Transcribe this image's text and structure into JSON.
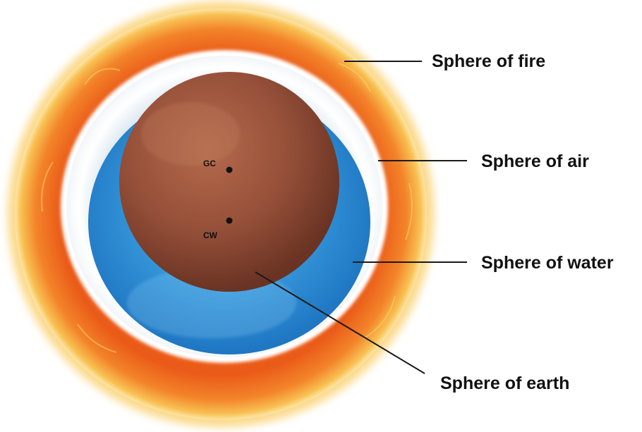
{
  "diagram": {
    "labels": {
      "fire": "Sphere of fire",
      "air": "Sphere of air",
      "water": "Sphere of water",
      "earth": "Sphere of earth"
    },
    "points": {
      "gc": "GC",
      "cw": "CW"
    }
  },
  "colors": {
    "fire_outer": "#f6b23a",
    "fire_inner": "#e8521a",
    "air": "#f4f6f8",
    "water": "#2f8fd6",
    "earth": "#9a5238",
    "text": "#111111"
  }
}
